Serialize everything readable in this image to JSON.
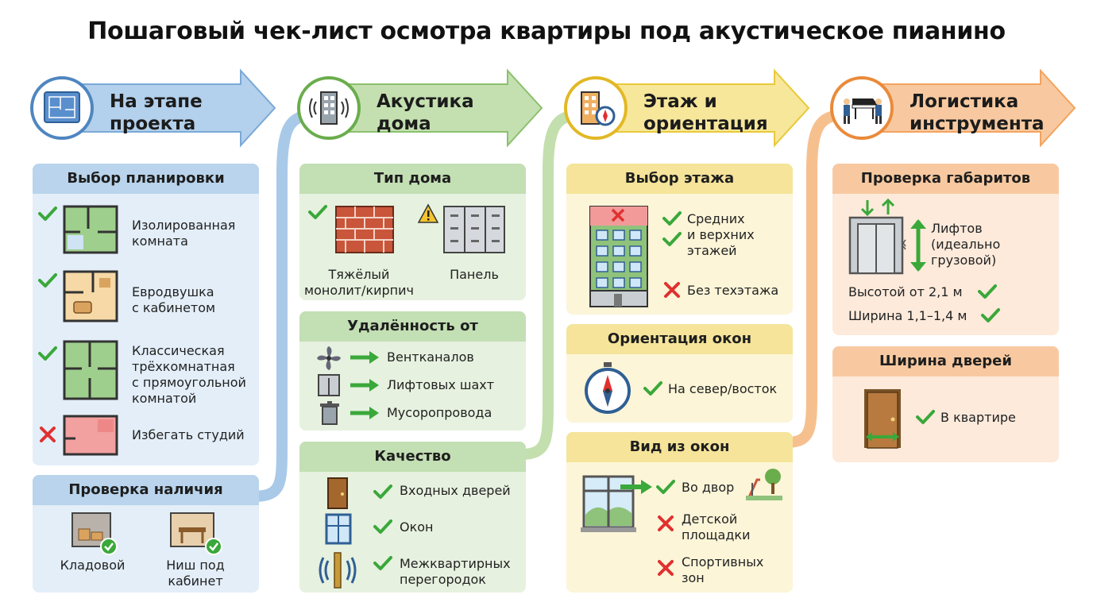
{
  "title": "Пошаговый чек-лист осмотра квартиры под акустическое пианино",
  "colors": {
    "blue": "#6fa3d4",
    "green": "#8cc06f",
    "yellow": "#f2d548",
    "orange": "#f3a35e",
    "check": "#3aa83a",
    "cross": "#e03030"
  },
  "col1": {
    "header": [
      "На этапе",
      "проекта"
    ],
    "card1": {
      "title": "Выбор планировки",
      "items": [
        {
          "text": [
            "Изолированная",
            "комната"
          ],
          "status": "check",
          "icon": "floorplan-icon"
        },
        {
          "text": [
            "Евродвушка",
            "с кабинетом"
          ],
          "status": "check",
          "icon": "floorplan-icon"
        },
        {
          "text": [
            "Классическая",
            "трёхкомнатная",
            "с прямоугольной",
            "комнатой"
          ],
          "status": "check",
          "icon": "floorplan-icon"
        },
        {
          "text": [
            "Избегать студий"
          ],
          "status": "cross",
          "icon": "floorplan-icon"
        }
      ]
    },
    "card2": {
      "title": "Проверка наличия",
      "items": [
        [
          "Кладовой"
        ],
        [
          "Ниш под",
          "кабинет"
        ]
      ]
    }
  },
  "col2": {
    "header": [
      "Акустика",
      "дома"
    ],
    "card1": {
      "title": "Тип дома",
      "items": [
        [
          "Тяжёлый",
          "монолит/кирпич"
        ],
        [
          "Панель"
        ]
      ]
    },
    "card2": {
      "title": "Удалённость от",
      "items": [
        "Вентканалов",
        "Лифтовых шахт",
        "Мусоропровода"
      ]
    },
    "card3": {
      "title": "Качество",
      "items": [
        [
          "Входных дверей"
        ],
        [
          "Окон"
        ],
        [
          "Межквартирных",
          "перегородок"
        ]
      ]
    }
  },
  "col3": {
    "header": [
      "Этаж и",
      "ориентация"
    ],
    "card1": {
      "title": "Выбор этажа",
      "items": [
        [
          "Средних",
          "и верхних",
          "этажей"
        ],
        [
          "Без техэтажа"
        ]
      ]
    },
    "card2": {
      "title": "Ориентация окон",
      "items": [
        "На север/восток"
      ]
    },
    "card3": {
      "title": "Вид из окон",
      "items": [
        [
          "Во двор"
        ],
        [
          "Детской",
          "площадки"
        ],
        [
          "Спортивных",
          "зон"
        ]
      ]
    }
  },
  "col4": {
    "header": [
      "Логистика",
      "инструмента"
    ],
    "card1": {
      "title": "Проверка габаритов",
      "items": [
        [
          "Лифтов",
          "(идеально",
          "грузовой)"
        ],
        [
          "Высотой от 2,1 м"
        ],
        [
          "Ширина 1,1–1,4 м"
        ]
      ]
    },
    "card2": {
      "title": "Ширина дверей",
      "items": [
        "В квартире"
      ]
    }
  }
}
